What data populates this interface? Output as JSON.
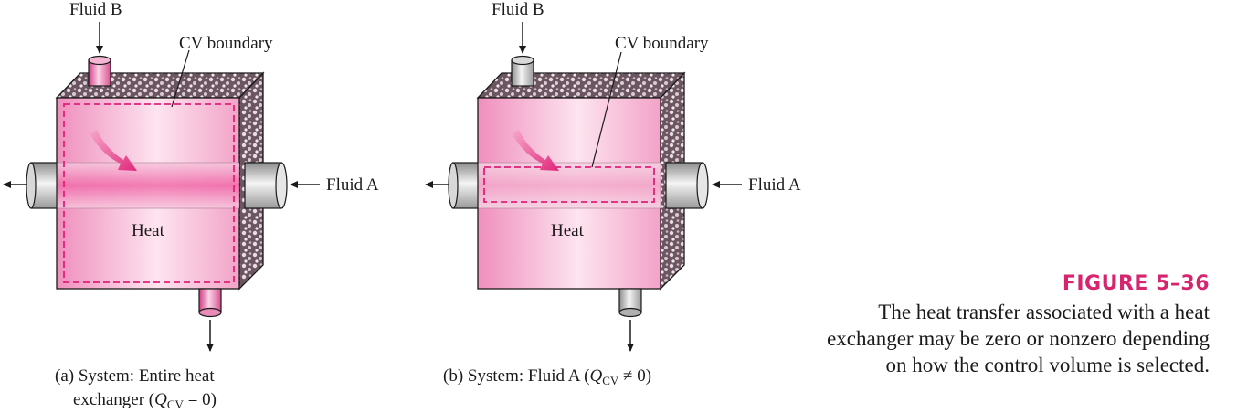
{
  "diagram_a": {
    "fluid_b_label": "Fluid B",
    "fluid_a_label": "Fluid A",
    "cv_boundary_label": "CV boundary",
    "heat_label": "Heat",
    "caption_prefix": "(a) System: Entire heat",
    "caption_line2_pre": "exchanger (",
    "caption_q": "Q",
    "caption_sub": "CV",
    "caption_line2_post": " = 0)"
  },
  "diagram_b": {
    "fluid_b_label": "Fluid B",
    "fluid_a_label": "Fluid A",
    "cv_boundary_label": "CV boundary",
    "heat_label": "Heat",
    "caption_pre": "(b) System: Fluid A (",
    "caption_q": "Q",
    "caption_sub": "CV",
    "caption_post": " ≠ 0)"
  },
  "figure": {
    "number": "FIGURE 5–36",
    "text": "The heat transfer associated with a heat exchanger may be zero or nonzero depending on how the control volume is selected."
  },
  "colors": {
    "accent": "#d6246e",
    "pink_body": "#f7b8d6",
    "pipe_gray": "#b8b8b8",
    "dashed_boundary": "#e0207a"
  }
}
